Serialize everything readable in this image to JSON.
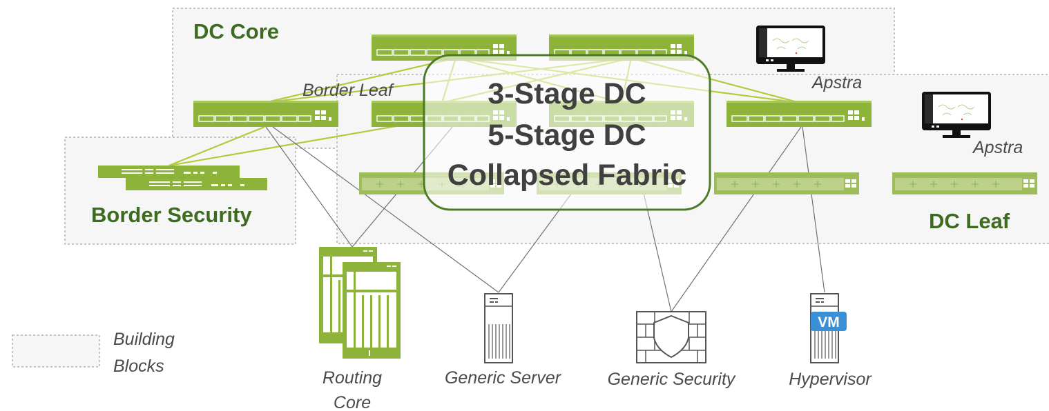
{
  "blocks": {
    "dc_core": "DC Core",
    "border_security": "Border Security",
    "dc_leaf": "DC Leaf"
  },
  "labels": {
    "border_leaf": "Border Leaf",
    "apstra_1": "Apstra",
    "apstra_2": "Apstra"
  },
  "overlay": {
    "line1": "3-Stage DC",
    "line2": "5-Stage DC",
    "line3": "Collapsed Fabric"
  },
  "endpoints": {
    "routing_core_1": "Routing",
    "routing_core_2": "Core",
    "generic_server": "Generic Server",
    "generic_security": "Generic Security",
    "hypervisor": "Hypervisor",
    "vm_badge": "VM"
  },
  "legend": {
    "line1": "Building",
    "line2": "Blocks"
  },
  "colors": {
    "switch_green": "#8db33a",
    "title_green": "#3d6b1f",
    "uplink_green": "#b5c93a",
    "block_bg": "#f6f6f6",
    "block_border": "#c4c4c4",
    "vm_blue": "#3a8fd6"
  }
}
